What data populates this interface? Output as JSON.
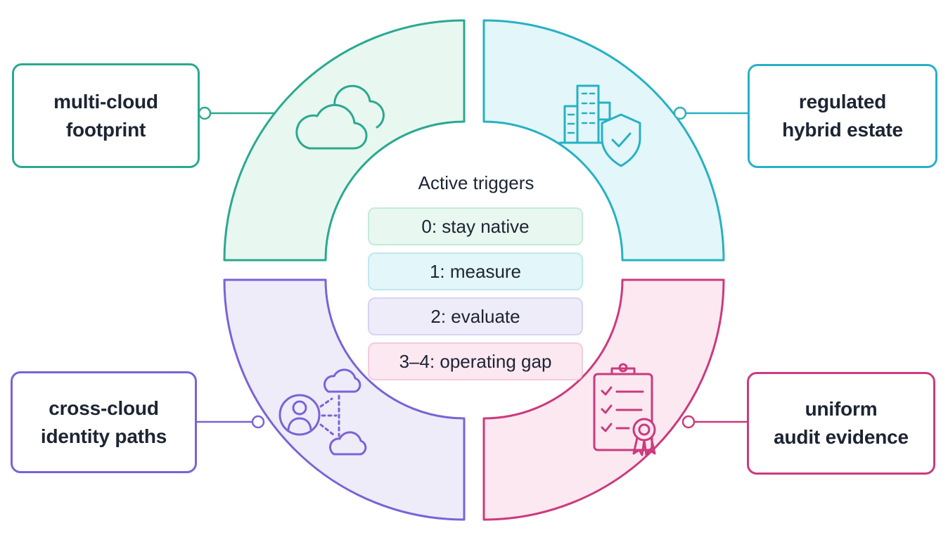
{
  "quadrants": [
    {
      "id": "top-left",
      "label_lines": [
        "multi-cloud",
        "footprint"
      ],
      "color": "#2aa98f",
      "fill": "#e9f7f1",
      "icon": "cloud-icon"
    },
    {
      "id": "top-right",
      "label_lines": [
        "regulated",
        "hybrid estate"
      ],
      "color": "#27b1c4",
      "fill": "#e3f6f9",
      "icon": "building-shield-icon"
    },
    {
      "id": "bottom-left",
      "label_lines": [
        "cross-cloud",
        "identity paths"
      ],
      "color": "#7a63d6",
      "fill": "#efecfa",
      "icon": "identity-clouds-icon"
    },
    {
      "id": "bottom-right",
      "label_lines": [
        "uniform",
        "audit evidence"
      ],
      "color": "#cc3a7d",
      "fill": "#fbe8f1",
      "icon": "audit-checklist-icon"
    }
  ],
  "center": {
    "title": "Active triggers",
    "levels": [
      "0: stay native",
      "1: measure",
      "2: evaluate",
      "3–4: operating gap"
    ]
  }
}
